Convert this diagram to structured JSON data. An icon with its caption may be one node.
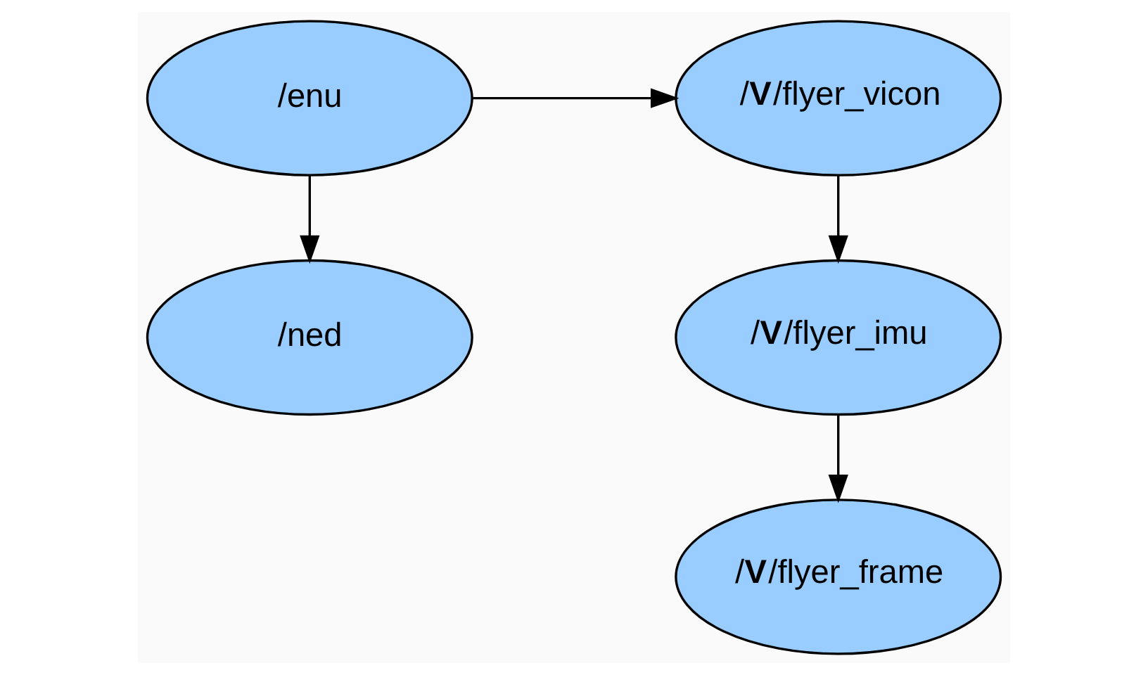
{
  "diagram": {
    "nodes": [
      {
        "text": [
          "/enu"
        ]
      },
      {
        "text": [
          "/**V**/flyer_vicon"
        ]
      },
      {
        "text": [
          "/ned"
        ]
      },
      {
        "text": [
          "/**V**/flyer_imu"
        ]
      },
      {
        "text": [
          "/**V**/flyer_frame"
        ]
      }
    ],
    "edges": [
      {
        "from": 0,
        "to": 1,
        "arrow": "to"
      },
      {
        "from": 0,
        "to": 2,
        "arrow": "to"
      },
      {
        "from": 1,
        "to": 3,
        "arrow": "to"
      },
      {
        "from": 3,
        "to": 4,
        "arrow": "to"
      }
    ]
  }
}
